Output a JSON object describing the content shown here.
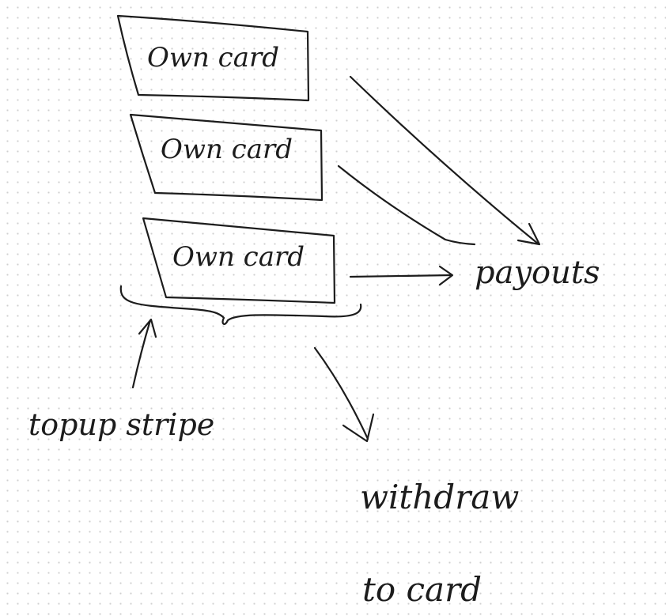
{
  "cards": [
    {
      "label": "Own card"
    },
    {
      "label": "Own card"
    },
    {
      "label": "Own card"
    }
  ],
  "labels": {
    "payouts": "payouts",
    "topup": "topup stripe",
    "withdraw": "withdraw",
    "to_card": "to card"
  }
}
